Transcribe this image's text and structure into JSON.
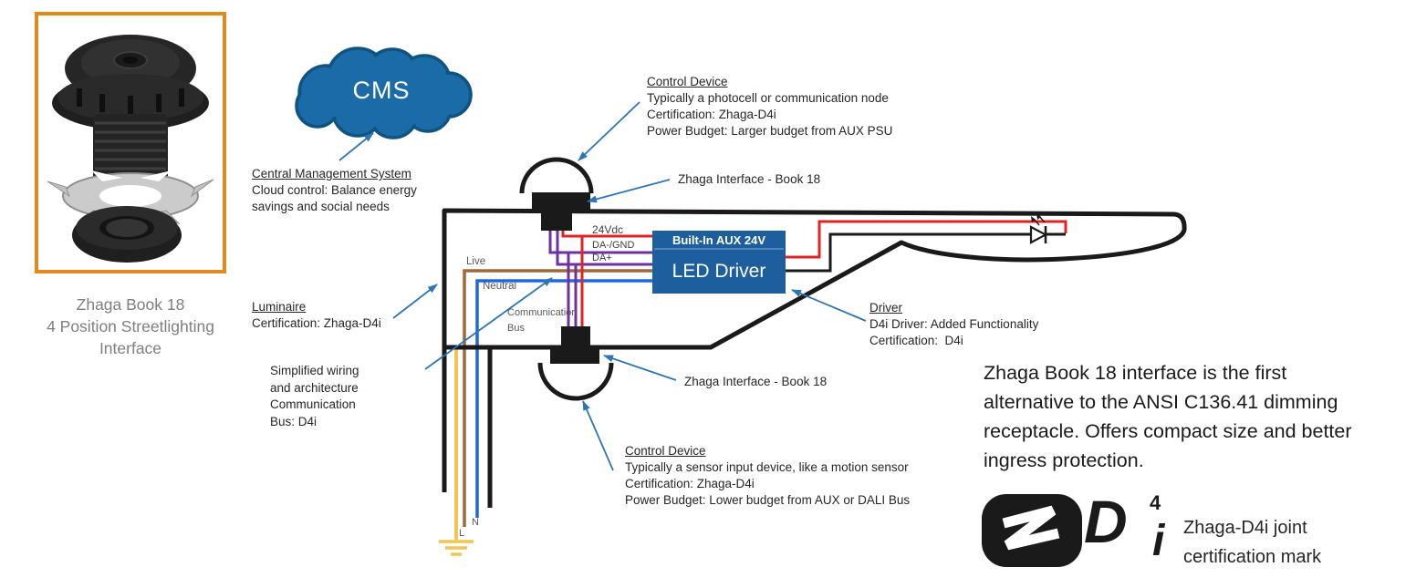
{
  "product": {
    "caption": "Zhaga Book 18\n4 Position Streetlighting\nInterface"
  },
  "cms": {
    "cloud_label": "CMS",
    "title": "Central Management System",
    "line1": "Cloud control: Balance energy",
    "line2": "savings and social needs"
  },
  "control_device_top": {
    "title": "Control Device",
    "line1": "Typically a photocell or communication node",
    "line2": "Certification: Zhaga-D4i",
    "line3": "Power Budget: Larger budget from AUX PSU"
  },
  "zhaga_interface_top": {
    "label": "Zhaga Interface - Book 18"
  },
  "zhaga_interface_bottom": {
    "label": "Zhaga Interface - Book 18"
  },
  "led_driver": {
    "band": "Built-In AUX 24V",
    "name": "LED Driver"
  },
  "wire_labels": {
    "v24": "24Vdc",
    "da_gnd": "DA-/GND",
    "da_plus": "DA+",
    "live": "Live",
    "neutral": "Neutral",
    "comm_bus": "Communication\nBus",
    "n_terminal": "N",
    "l_terminal": "L"
  },
  "driver_note": {
    "title": "Driver",
    "line1": "D4i Driver: Added Functionality",
    "line2": "Certification:  D4i"
  },
  "luminaire_note": {
    "title": "Luminaire",
    "line1": "Certification: Zhaga-D4i"
  },
  "simplified_note": {
    "text": "Simplified wiring\nand architecture\nCommunication\nBus: D4i"
  },
  "control_device_bottom": {
    "title": "Control Device",
    "line1": "Typically a sensor input device, like a motion sensor",
    "line2": "Certification: Zhaga-D4i",
    "line3": "Power Budget: Lower budget from AUX or DALI Bus"
  },
  "description": {
    "text": "Zhaga Book 18 interface is the first\nalternative to the ANSI C136.41 dimming\nreceptacle. Offers compact size and better\ningress protection."
  },
  "logo": {
    "letter_d": "D",
    "superscript": "4",
    "letter_i": "i",
    "caption": "Zhaga-D4i joint\ncertification mark"
  },
  "colors": {
    "outline_black": "#1a1a1a",
    "wire_red": "#E02424",
    "wire_purple": "#7030A0",
    "wire_brown": "#9E6A38",
    "wire_blue": "#2166E0",
    "wire_yellow": "#EFC651",
    "arrow_blue": "#2E75B6",
    "driver_box_blue": "#1D5F9E",
    "cloud_blue": "#1B6BA8",
    "photo_border_orange": "#E08A1E",
    "caption_gray": "#7f7f7f"
  }
}
